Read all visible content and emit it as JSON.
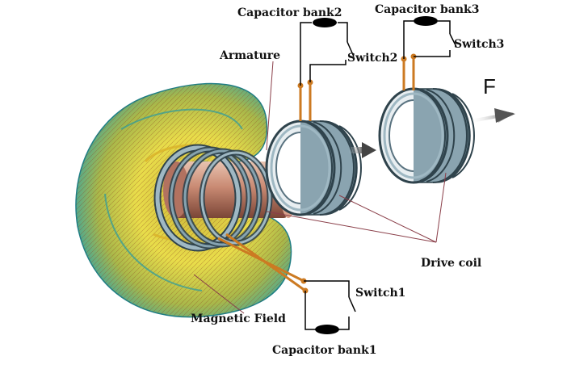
{
  "labels": {
    "capacitor_bank1": "Capacitor bank1",
    "capacitor_bank2": "Capacitor bank2",
    "capacitor_bank3": "Capacitor bank3",
    "switch1": "Switch1",
    "switch2": "Switch2",
    "switch3": "Switch3",
    "armature": "Armature",
    "drive_coil": "Drive coil",
    "magnetic_field": "Magnetic Field",
    "force": "F"
  },
  "colors": {
    "coil": "#7f9aa6",
    "coil_dark": "#2f434c",
    "armature": "#c98a73",
    "wire": "#cc7a22",
    "circuit": "#000000",
    "leader": "#8a3f49",
    "arrow": "#555555"
  }
}
